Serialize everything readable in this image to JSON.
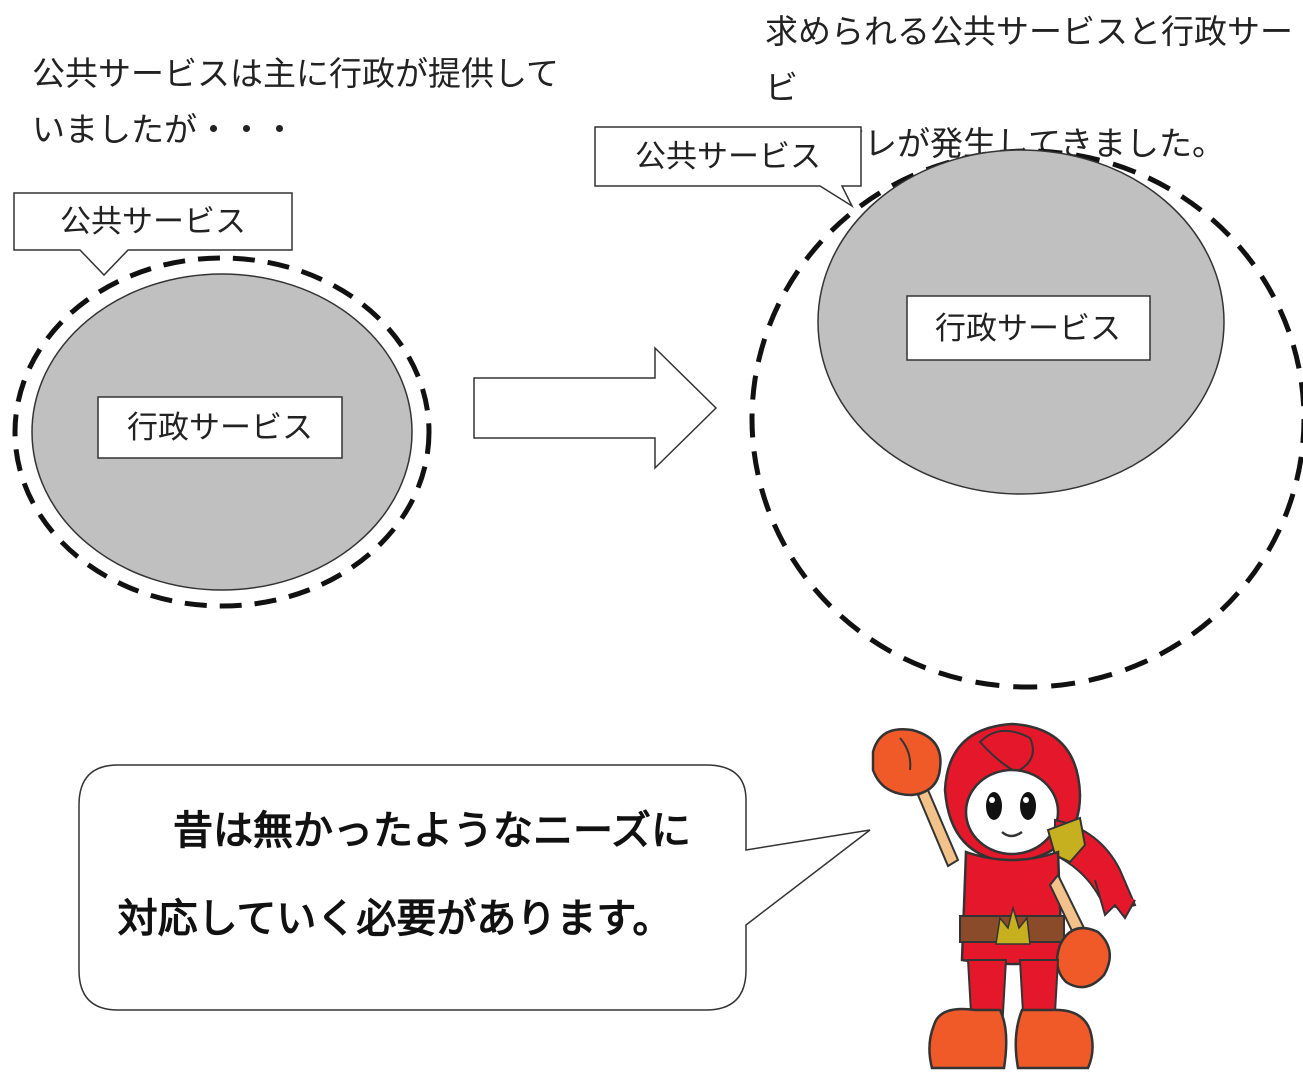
{
  "left_panel": {
    "caption_line1": "公共サービスは主に行政が提供して",
    "caption_line2": "いましたが・・・",
    "public_label": "公共サービス",
    "admin_label": "行政サービス"
  },
  "right_panel": {
    "caption_line1": "求められる公共サービスと行政サービ",
    "caption_line2": "スにズレが発生してきました。",
    "public_label": "公共サービス",
    "admin_label": "行政サービス"
  },
  "speech": {
    "line1": "昔は無かったようなニーズに",
    "line2": "対応していく必要があります。"
  },
  "colors": {
    "gray_fill": "#c0c0c0",
    "character_red": "#e5182b",
    "character_orange": "#ef5a28",
    "belt_brown": "#8a4b2a",
    "flame_gold": "#c7b020"
  }
}
